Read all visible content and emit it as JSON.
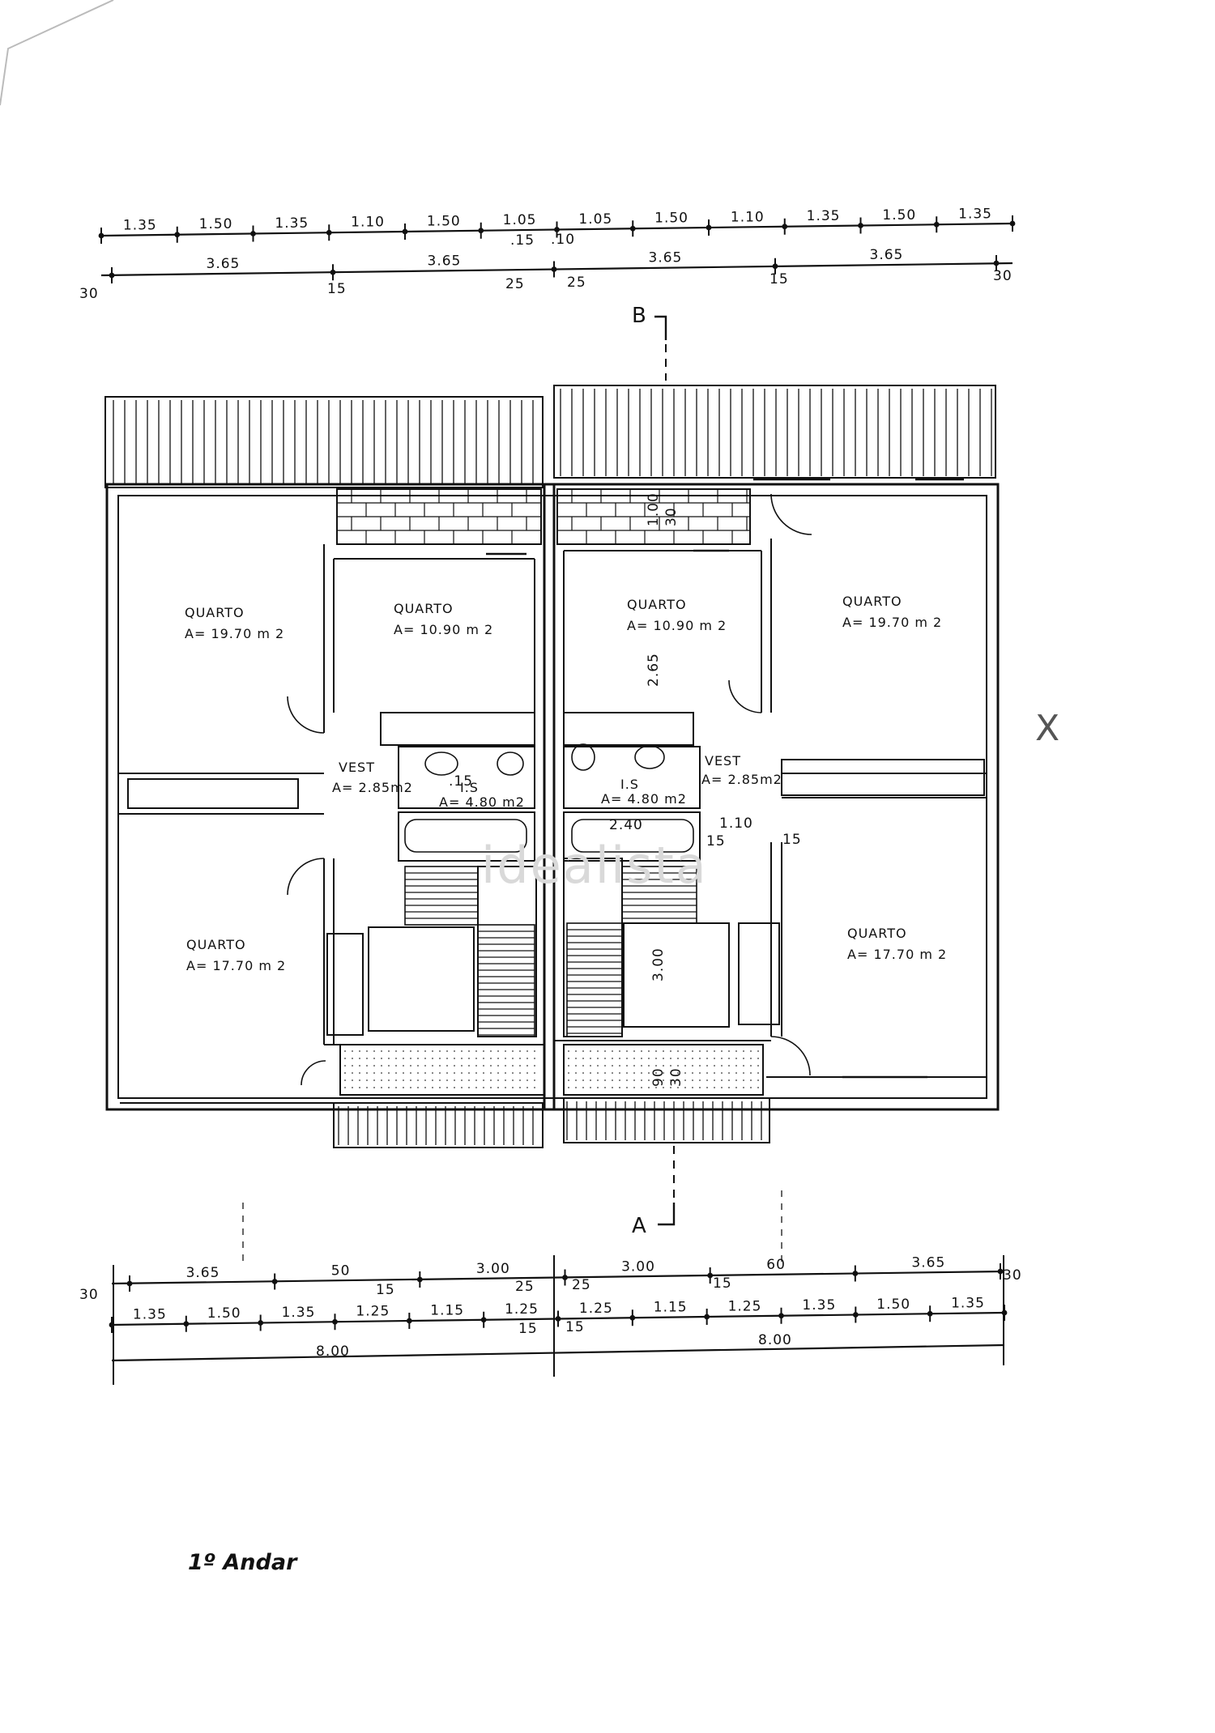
{
  "watermark": "idealista",
  "caption": "1º Andar",
  "section_marks": {
    "top": "B",
    "bottom": "A"
  },
  "top_dims": {
    "row1": [
      "1.35",
      "1.50",
      "1.35",
      "1.10",
      "1.50",
      "1.05",
      "1.05",
      "1.50",
      "1.10",
      "1.35",
      "1.50",
      "1.35"
    ],
    "row1_small": [
      ".15",
      ".10"
    ],
    "row2": [
      "3.65",
      "3.65",
      "3.65",
      "3.65"
    ],
    "row2_small": [
      "30",
      "15",
      "25",
      "25",
      "15",
      "30"
    ]
  },
  "bottom_dims": {
    "row1": [
      "3.65",
      "50",
      "3.00",
      "3.00",
      "60",
      "3.65"
    ],
    "row1_small": [
      "30",
      "15",
      "25",
      "25",
      "15",
      "30"
    ],
    "row2": [
      "1.35",
      "1.50",
      "1.35",
      "1.25",
      "1.15",
      "1.25",
      "1.25",
      "1.15",
      "1.25",
      "1.35",
      "1.50",
      "1.35"
    ],
    "row2_small": [
      "15",
      "15"
    ],
    "row3": [
      "8.00",
      "8.00"
    ]
  },
  "rooms": [
    {
      "name": "QUARTO",
      "area": "A= 19.70 m 2"
    },
    {
      "name": "QUARTO",
      "area": "A= 10.90 m 2"
    },
    {
      "name": "QUARTO",
      "area": "A= 10.90 m 2"
    },
    {
      "name": "QUARTO",
      "area": "A= 19.70 m 2"
    },
    {
      "name": "QUARTO",
      "area": "A= 17.70 m 2"
    },
    {
      "name": "QUARTO",
      "area": "A= 17.70 m 2"
    }
  ],
  "vest": [
    {
      "name": "VEST",
      "area": "A= 2.85m2"
    },
    {
      "name": "VEST",
      "area": "A= 2.85m2"
    }
  ],
  "bath": [
    {
      "name": "I.S",
      "area": "A= 4.80 m2"
    },
    {
      "name": "I.S",
      "area": "A= 4.80 m2"
    }
  ],
  "inner_dims": [
    "2.40",
    "1.10",
    "2.65",
    "3.00",
    "1.00",
    "30",
    "15",
    "15",
    "90",
    "30",
    ".15"
  ],
  "margin_marks": {
    "right_x": "X"
  }
}
